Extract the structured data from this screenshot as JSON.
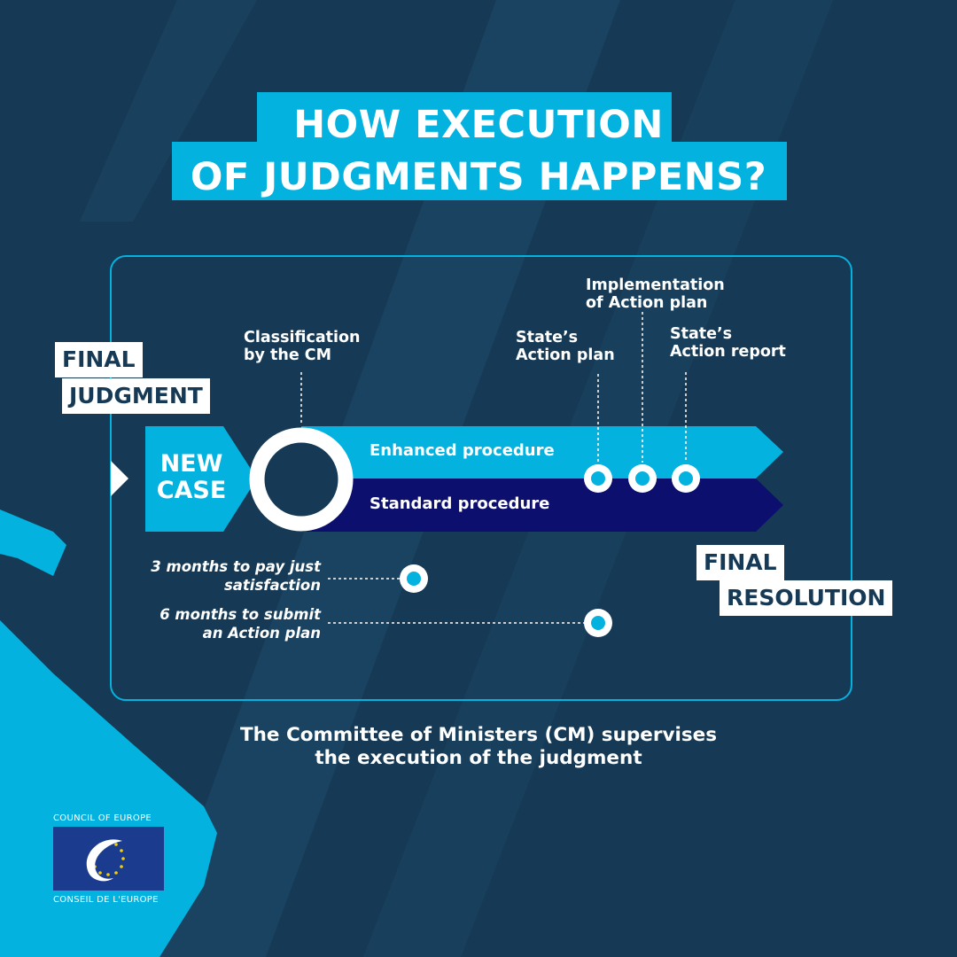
{
  "title": {
    "line1": "HOW EXECUTION",
    "line2": "OF JUDGMENTS HAPPENS?"
  },
  "labels": {
    "final_judgment_1": "FINAL",
    "final_judgment_2": "JUDGMENT",
    "final_resolution_1": "FINAL",
    "final_resolution_2": "RESOLUTION",
    "new_case_1": "NEW",
    "new_case_2": "CASE",
    "classification_1": "Classification",
    "classification_2": "by the CM",
    "implementation_1": "Implementation",
    "implementation_2": "of Action plan",
    "state_action_plan_1": "State’s",
    "state_action_plan_2": "Action plan",
    "state_action_report_1": "State’s",
    "state_action_report_2": "Action report",
    "enhanced": "Enhanced procedure",
    "standard": "Standard procedure",
    "three_months_1": "3 months to pay just",
    "three_months_2": "satisfaction",
    "six_months_1": "6 months to submit",
    "six_months_2": "an Action plan"
  },
  "footer": {
    "line1": "The Committee of Ministers (CM) supervises",
    "line2": "the execution of the judgment"
  },
  "logo": {
    "top": "COUNCIL OF EUROPE",
    "bottom": "CONSEIL DE L'EUROPE"
  },
  "colors": {
    "background": "#163a55",
    "accent": "#04b2e0",
    "standard_band": "#0c0f6e",
    "label_bg": "#ffffff",
    "logo_blue": "#1b3b8f",
    "star": "#f5d000"
  }
}
